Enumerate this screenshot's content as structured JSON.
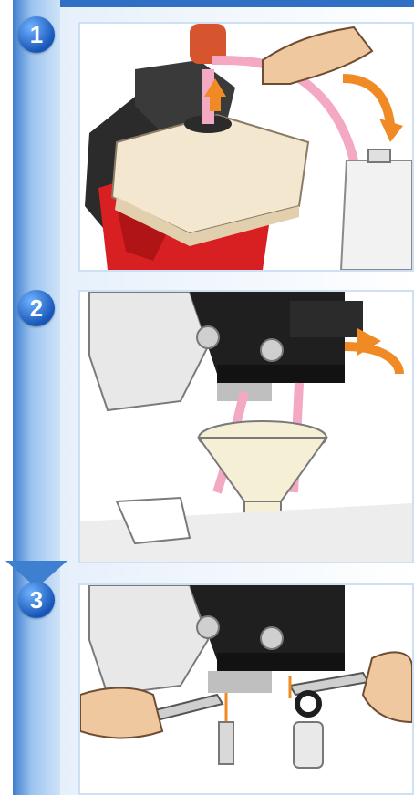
{
  "steps": [
    {
      "number": "1"
    },
    {
      "number": "2"
    },
    {
      "number": "3"
    }
  ],
  "colors": {
    "accent_blue": "#2f6fc4",
    "arrow_orange": "#f08a24",
    "oil_pink": "#f3a9c4",
    "engine_red": "#d81f22",
    "air_filter_cream": "#f4e7cf"
  },
  "icons": [
    "step-arrow-icon",
    "rotate-arrow-icon",
    "up-arrow-icon",
    "wrench-icon"
  ]
}
